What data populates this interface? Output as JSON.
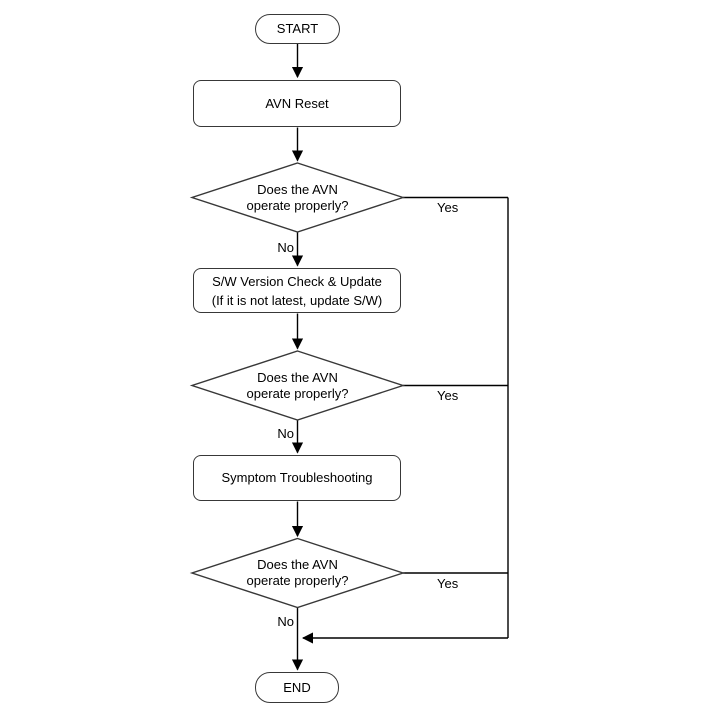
{
  "diagram": {
    "type": "flowchart",
    "colors": {
      "background": "#ffffff",
      "shape_border": "#383838",
      "connector": "#000000",
      "text": "#000000"
    },
    "nodes": [
      {
        "id": "start",
        "shape": "terminator",
        "label": "START"
      },
      {
        "id": "avn-reset",
        "shape": "process",
        "label": "AVN Reset"
      },
      {
        "id": "decision-1",
        "shape": "decision",
        "line1": "Does the AVN",
        "line2": "operate properly?"
      },
      {
        "id": "sw-version-check",
        "shape": "process",
        "line1": "S/W Version Check & Update",
        "line2": "(If it is not latest, update S/W)"
      },
      {
        "id": "decision-2",
        "shape": "decision",
        "line1": "Does the AVN",
        "line2": "operate properly?"
      },
      {
        "id": "symptom-troubleshooting",
        "shape": "process",
        "label": "Symptom Troubleshooting"
      },
      {
        "id": "decision-3",
        "shape": "decision",
        "line1": "Does the AVN",
        "line2": "operate properly?"
      },
      {
        "id": "end",
        "shape": "terminator",
        "label": "END"
      }
    ],
    "edge_labels": {
      "decision1_yes": "Yes",
      "decision1_no": "No",
      "decision2_yes": "Yes",
      "decision2_no": "No",
      "decision3_yes": "Yes",
      "decision3_no": "No"
    }
  }
}
